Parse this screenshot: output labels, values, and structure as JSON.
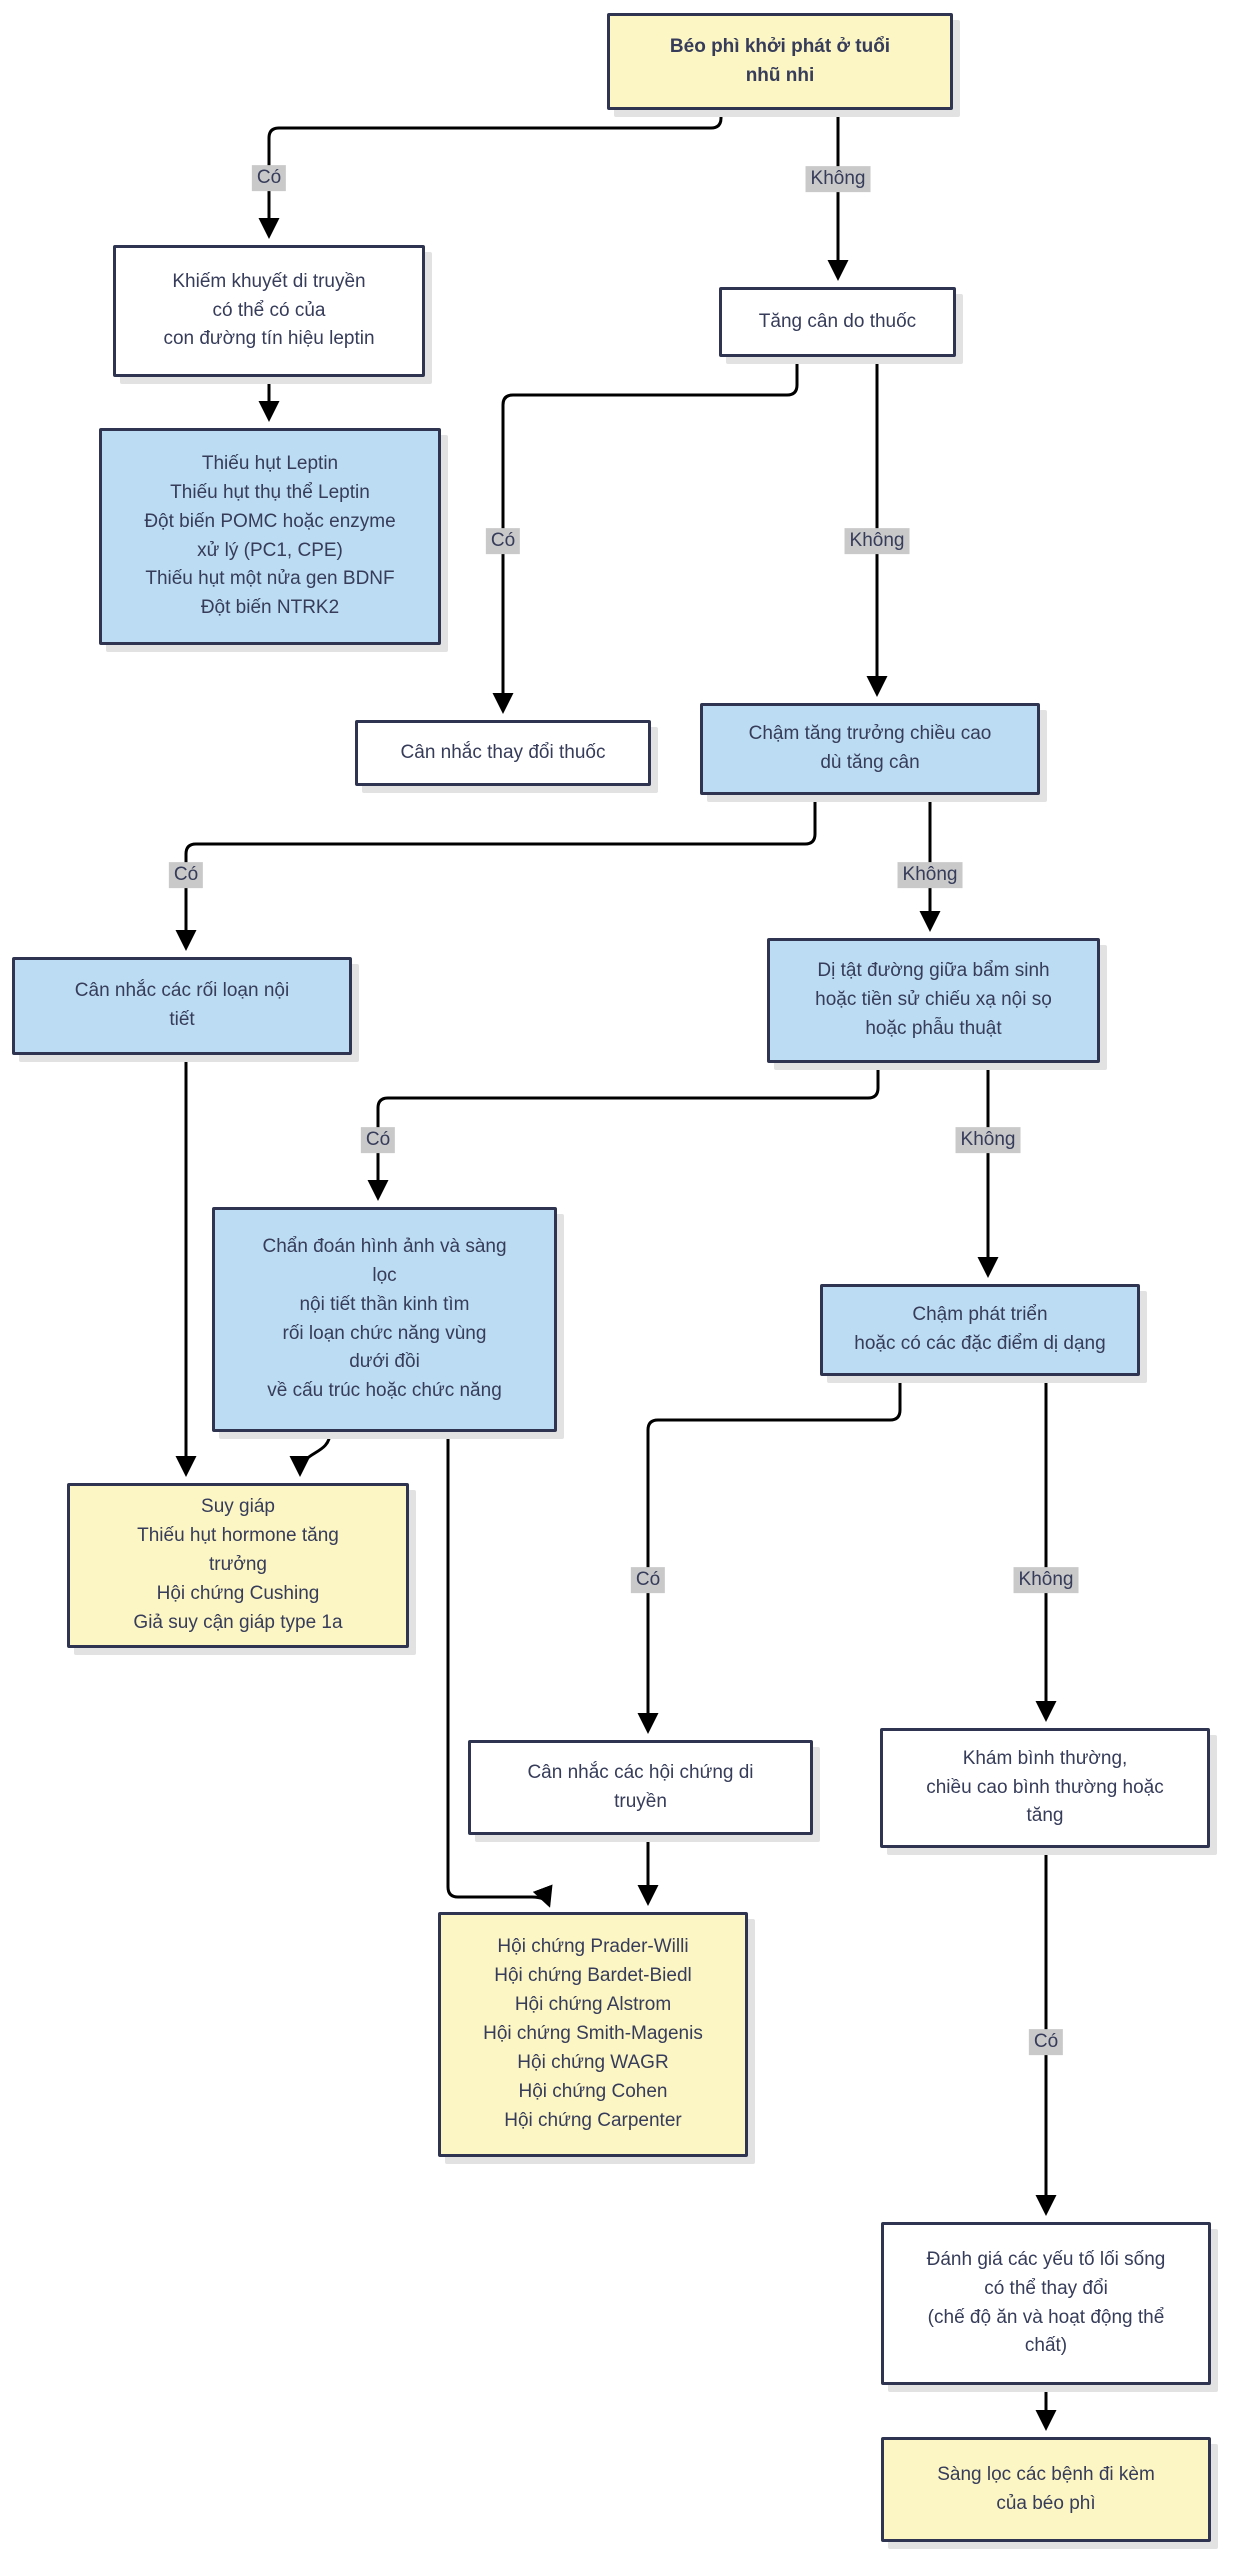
{
  "diagram": {
    "type": "flowchart",
    "language": "vi",
    "nodes": {
      "start": {
        "text": "Béo phì khởi phát ở tuổi\nnhũ nhi",
        "kind": "yellow"
      },
      "genetic_defect": {
        "text": "Khiếm khuyết di truyền\ncó thể có của\ncon đường tín hiệu leptin",
        "kind": "white"
      },
      "leptin_list": {
        "text": "Thiếu hụt Leptin\nThiếu hụt thụ thể Leptin\nĐột biến POMC hoặc enzyme\nxử lý (PC1, CPE)\nThiếu hụt một nửa gen BDNF\nĐột biến NTRK2",
        "kind": "blue"
      },
      "drug_weight": {
        "text": "Tăng cân do thuốc",
        "kind": "white"
      },
      "change_drug": {
        "text": "Cân nhắc thay đổi thuốc",
        "kind": "white"
      },
      "slow_height": {
        "text": "Chậm tăng trưởng chiều cao\ndù tăng cân",
        "kind": "blue"
      },
      "endocrine": {
        "text": "Cân nhắc các rối loạn nội\ntiết",
        "kind": "blue"
      },
      "midline": {
        "text": "Dị tật đường giữa bẩm sinh\nhoặc tiền sử chiếu xạ nội sọ\nhoặc phẫu thuật",
        "kind": "blue"
      },
      "imaging": {
        "text": "Chẩn đoán hình ảnh và sàng\nlọc\nnội tiết thần kinh tìm\nrối loạn chức năng vùng\ndưới đồi\nvề cấu trúc hoặc chức năng",
        "kind": "blue"
      },
      "dev_delay": {
        "text": "Chậm phát triển\nhoặc có các đặc điểm dị dạng",
        "kind": "blue"
      },
      "endo_results": {
        "text": "Suy giáp\nThiếu hụt hormone tăng\ntrưởng\nHội chứng Cushing\nGiả suy cận giáp type 1a",
        "kind": "yellow"
      },
      "consider_genetic": {
        "text": "Cân nhắc các hội chứng di\ntruyền",
        "kind": "white"
      },
      "normal_exam": {
        "text": "Khám bình thường,\nchiều cao bình thường hoặc\ntăng",
        "kind": "white"
      },
      "syndromes_list": {
        "text": "Hội chứng Prader-Willi\nHội chứng Bardet-Biedl\nHội chứng Alstrom\nHội chứng Smith-Magenis\nHội chứng WAGR\nHội chứng Cohen\nHội chứng Carpenter",
        "kind": "yellow"
      },
      "lifestyle": {
        "text": "Đánh giá các yếu tố lối sống\ncó thể thay đổi\n(chế độ ăn và hoạt động thể\nchất)",
        "kind": "white"
      },
      "screening": {
        "text": "Sàng lọc các bệnh đi kèm\ncủa béo phì",
        "kind": "yellow"
      }
    },
    "edge_labels": [
      "Có",
      "Không",
      "Có",
      "Không",
      "Có",
      "Không",
      "Có",
      "Không",
      "Có",
      "Không",
      "Có"
    ],
    "colors": {
      "yellow_box": "#fcf6c5",
      "blue_box": "#bcdcf3",
      "white_box": "#ffffff",
      "border": "#2f3550",
      "text": "#363c59",
      "label_bg": "#c9c9c9",
      "line": "#000000",
      "shadow": "#e2e2e2"
    }
  }
}
